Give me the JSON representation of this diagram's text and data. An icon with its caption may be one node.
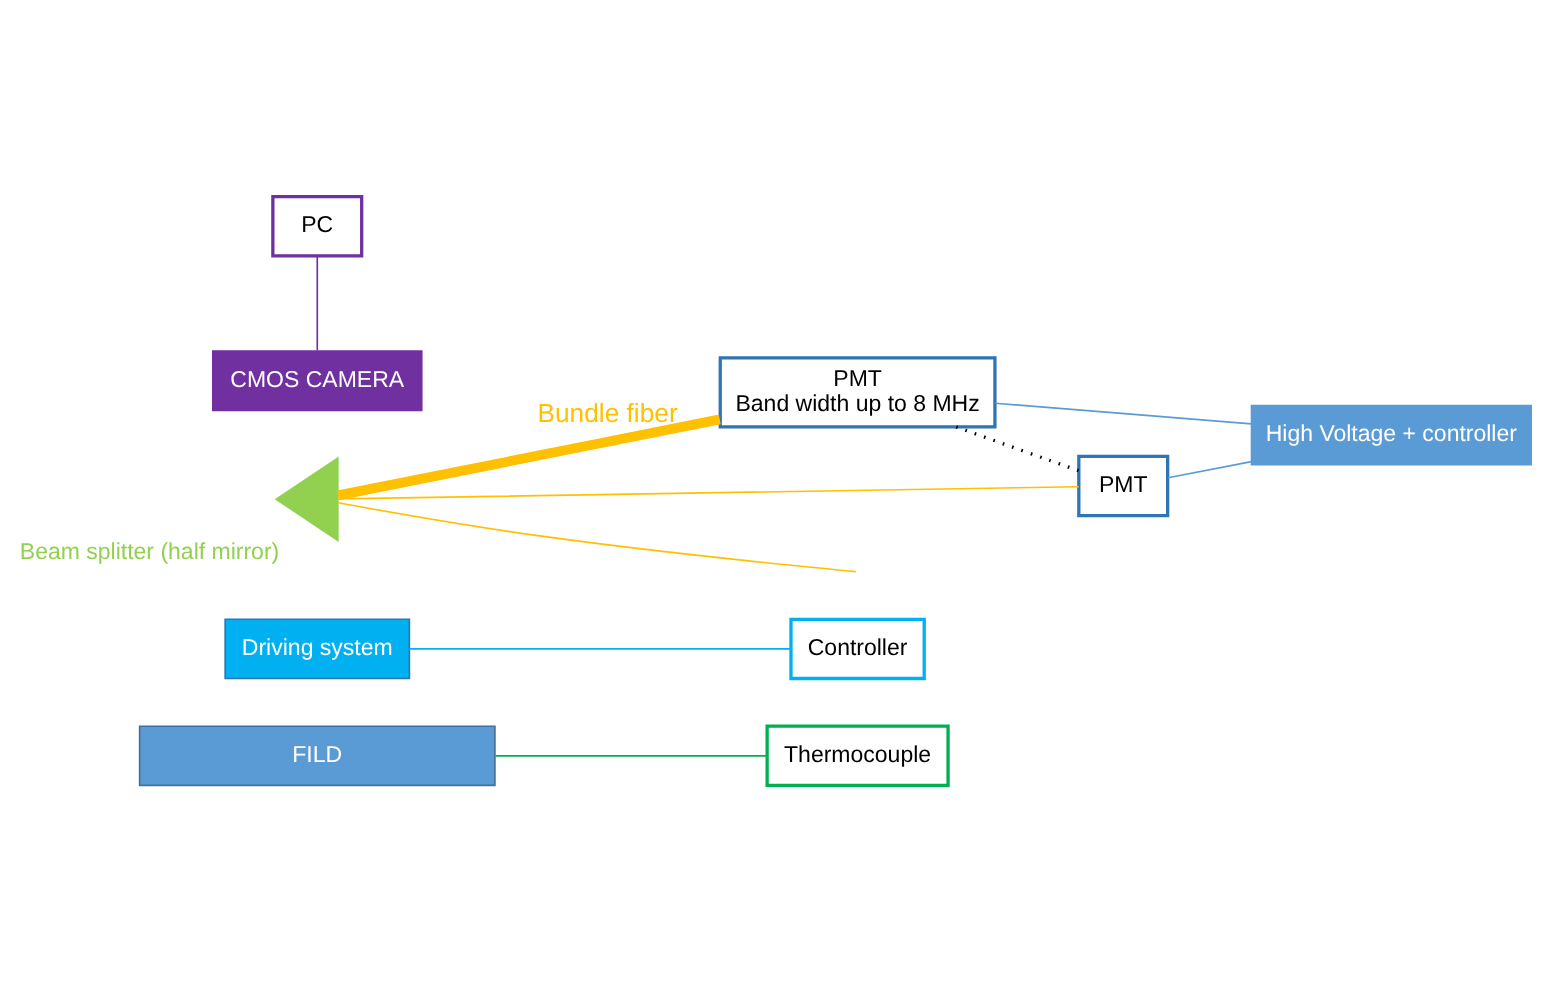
{
  "diagram": {
    "nodes": [
      {
        "text": [
          "FILD"
        ]
      },
      {
        "text": [
          "Driving system"
        ]
      },
      {
        "text": [],
        "shape": "triangle",
        "beside": [
          "Beam splitter (half mirror)"
        ]
      },
      {
        "text": [
          "PC"
        ]
      },
      {
        "text": [
          "CMOS CAMERA"
        ]
      },
      {
        "text": [
          "PMT",
          "Band width up to 8 MHz"
        ]
      },
      {
        "text": [
          "PMT"
        ]
      },
      {
        "text": [
          "Thermocouple"
        ]
      },
      {
        "text": [
          "Controller"
        ]
      },
      {
        "text": [
          "High Voltage + controller"
        ]
      }
    ],
    "edges": [
      {
        "from": 2,
        "to": 5,
        "arrow": "none",
        "label": "Bundle fiber",
        "style": "thick",
        "color": "#ffc000"
      },
      {
        "from": 2,
        "to": null,
        "arrow": "none",
        "color": "#ffc000"
      },
      {
        "from": 2,
        "to": 6,
        "arrow": "none",
        "color": "#ffc000"
      },
      {
        "from": 3,
        "to": 4,
        "arrow": "none",
        "color": "#7030a0"
      },
      {
        "from": 0,
        "to": 7,
        "arrow": "none",
        "color": "#00b050"
      },
      {
        "from": 1,
        "to": 8,
        "arrow": "none",
        "color": "#00b0f0"
      },
      {
        "from": 5,
        "to": 6,
        "arrow": "none",
        "style": "dashed",
        "color": "#000000"
      },
      {
        "from": 5,
        "to": 9,
        "arrow": "none",
        "color": "#5b9bd5"
      },
      {
        "from": 6,
        "to": 9,
        "arrow": "none",
        "color": "#5b9bd5"
      }
    ]
  }
}
